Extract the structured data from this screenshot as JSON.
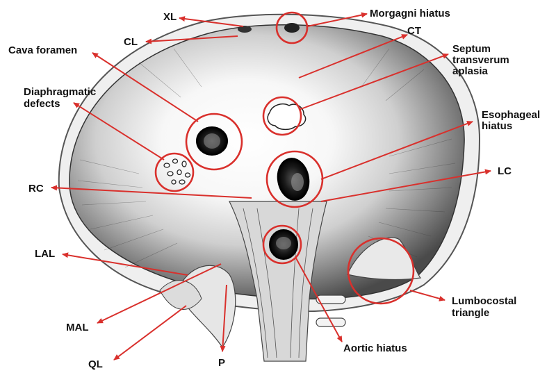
{
  "labels": {
    "xl": "XL",
    "cl": "CL",
    "morgagni": "Morgagni hiatus",
    "ct": "CT",
    "cava": "Cava foramen",
    "septum_1": "Septum",
    "septum_2": "transverum",
    "septum_3": "aplasia",
    "defects_1": "Diaphragmatic",
    "defects_2": "defects",
    "esophageal_1": "Esophageal",
    "esophageal_2": "hiatus",
    "lc": "LC",
    "rc": "RC",
    "lal": "LAL",
    "lumbocostal_1": "Lumbocostal",
    "lumbocostal_2": "triangle",
    "mal": "MAL",
    "aortic": "Aortic hiatus",
    "ql": "QL",
    "p": "P"
  },
  "colors": {
    "annotation": "#d9302c",
    "text": "#111111",
    "muscle": "#5a5a5a",
    "tendon": "#f4f4f4"
  }
}
